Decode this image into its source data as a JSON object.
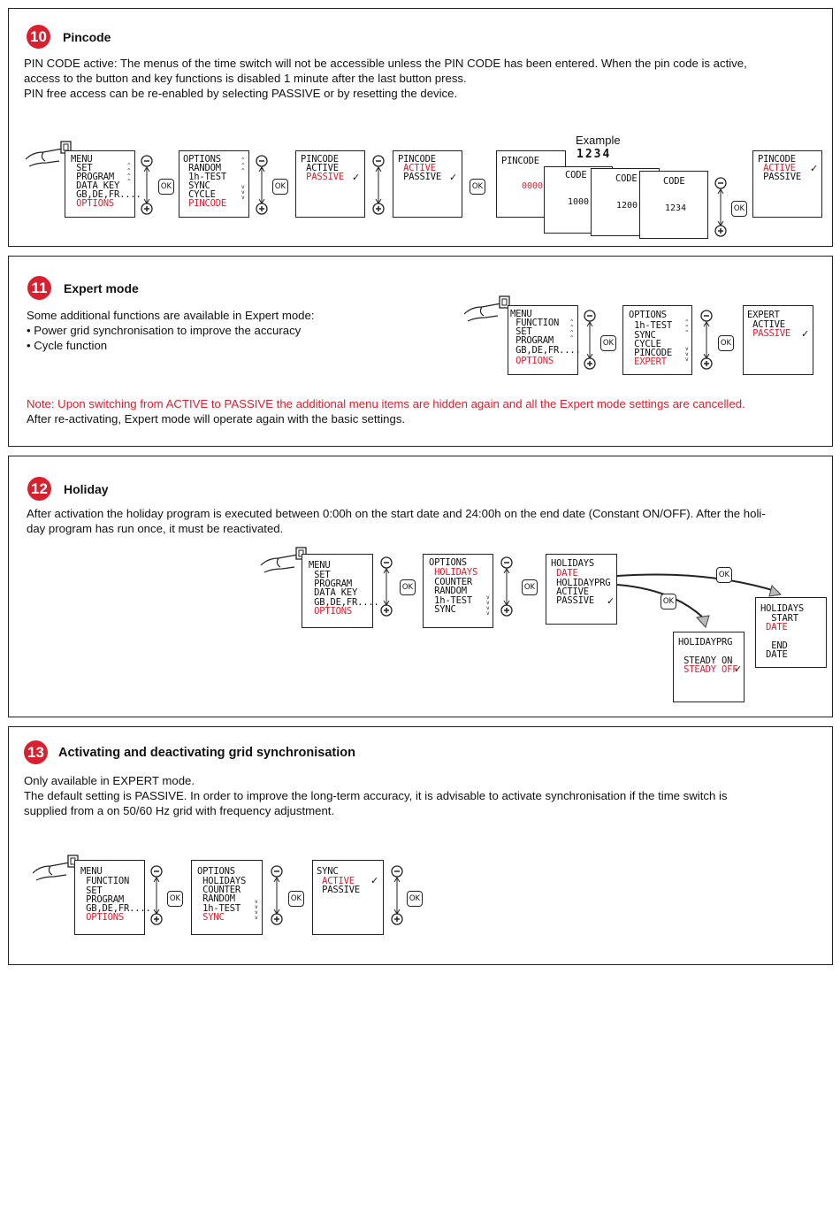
{
  "sections": [
    {
      "number": "10",
      "title": "Pincode",
      "text": "PIN CODE active: The menus of the time switch will not be accessible unless the PIN CODE has been entered. When the pin code is active,\naccess to the button and key functions is disabled 1 minute after the last button press.\nPIN free access can be re-enabled by selecting PASSIVE or by resetting the device.",
      "example_label": "Example",
      "example_digits": "1234",
      "screens": {
        "menu": [
          "MENU",
          " SET",
          " PROGRAM",
          " DATA KEY",
          " GB,DE,FR....",
          " OPTIONS"
        ],
        "options": [
          "OPTIONS",
          " RANDOM",
          " 1h-TEST",
          " SYNC",
          " CYCLE",
          " PINCODE"
        ],
        "pin_passive": [
          "PINCODE",
          " ACTIVE",
          " PASSIVE"
        ],
        "pin_active": [
          "PINCODE",
          " ACTIVE",
          " PASSIVE"
        ],
        "pin_entry_title": "PINCODE",
        "pin_entry_value": "0000",
        "code_title": "CODE",
        "code_values": [
          "1000",
          "1200",
          "1234"
        ],
        "pin_final": [
          "PINCODE",
          " ACTIVE",
          " PASSIVE"
        ]
      }
    },
    {
      "number": "11",
      "title": "Expert mode",
      "text": "Some additional functions are available in Expert mode:\n• Power grid synchronisation to improve the accuracy\n• Cycle function",
      "note": "Note: Upon switching from ACTIVE to PASSIVE the additional menu items are hidden again and all the Expert mode settings are cancelled.",
      "note2": "After re-activating, Expert mode will operate again with the basic settings.",
      "screens": {
        "menu": [
          "MENU",
          " FUNCTION",
          " SET",
          " PROGRAM",
          " GB,DE,FR....",
          " OPTIONS"
        ],
        "options": [
          "OPTIONS",
          " 1h-TEST",
          " SYNC",
          " CYCLE",
          " PINCODE",
          " EXPERT"
        ],
        "expert": [
          "EXPERT",
          " ACTIVE",
          " PASSIVE"
        ]
      }
    },
    {
      "number": "12",
      "title": "Holiday",
      "text": "After activation the holiday program is executed between 0:00h on the start date and 24:00h on the end date (Constant ON/OFF). After the holi-\nday program has run once, it must be reactivated.",
      "screens": {
        "menu": [
          "MENU",
          " SET",
          " PROGRAM",
          " DATA KEY",
          " GB,DE,FR....",
          " OPTIONS"
        ],
        "options": [
          "OPTIONS",
          " HOLIDAYS",
          " COUNTER",
          " RANDOM",
          " 1h-TEST",
          " SYNC"
        ],
        "holidays": [
          "HOLIDAYS",
          " DATE",
          " HOLIDAYPRG",
          " ACTIVE",
          " PASSIVE"
        ],
        "holidayprg": [
          "HOLIDAYPRG",
          "",
          " STEADY ON",
          " STEADY OFF"
        ],
        "dates": [
          "HOLIDAYS",
          "  START",
          " DATE",
          "",
          "  END",
          " DATE"
        ]
      }
    },
    {
      "number": "13",
      "title": "Activating and deactivating grid synchronisation",
      "text": "Only available in EXPERT mode.\nThe default setting is PASSIVE. In order to improve the long-term accuracy, it is advisable to activate synchronisation if the time switch is\nsupplied from a on 50/60 Hz grid with frequency adjustment.",
      "screens": {
        "menu": [
          "MENU",
          " FUNCTION",
          " SET",
          " PROGRAM",
          " GB,DE,FR....",
          " OPTIONS"
        ],
        "options": [
          "OPTIONS",
          " HOLIDAYS",
          " COUNTER",
          " RANDOM",
          " 1h-TEST",
          " SYNC"
        ],
        "sync": [
          "SYNC",
          " ACTIVE",
          " PASSIVE"
        ]
      }
    }
  ],
  "buttons": {
    "ok": "OK",
    "minus": "−",
    "plus": "+"
  },
  "check_mark": "✓",
  "colors": {
    "accent": "#d8202e",
    "border": "#222222"
  }
}
